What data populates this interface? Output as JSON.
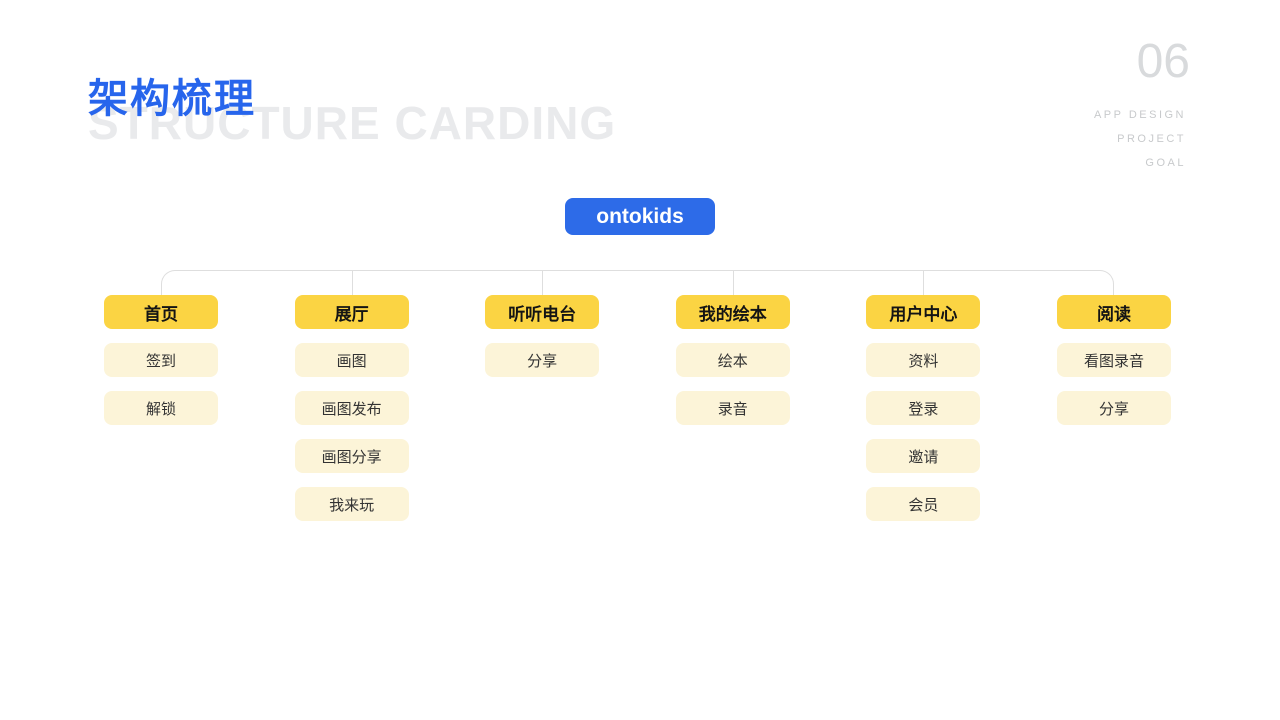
{
  "slide": {
    "page_number": "06",
    "side_labels": [
      "APP DESIGN",
      "PROJECT",
      "GOAL"
    ],
    "title_cn": "架构梳理",
    "title_en_watermark": "STRUCTURE CARDING"
  },
  "root": {
    "label": "ontokids"
  },
  "colors": {
    "accent_blue": "#2d6be8",
    "title_blue": "#2765ec",
    "header_yellow": "#fbd443",
    "child_cream": "#fcf4d8",
    "connector_gray": "#dedede",
    "watermark_gray": "#e9eaec"
  },
  "tree": {
    "columns": [
      {
        "header": "首页",
        "children": [
          "签到",
          "解锁"
        ]
      },
      {
        "header": "展厅",
        "children": [
          "画图",
          "画图发布",
          "画图分享",
          "我来玩"
        ]
      },
      {
        "header": "听听电台",
        "children": [
          "分享"
        ]
      },
      {
        "header": "我的绘本",
        "children": [
          "绘本",
          "录音"
        ]
      },
      {
        "header": "用户中心",
        "children": [
          "资料",
          "登录",
          "邀请",
          "会员"
        ]
      },
      {
        "header": "阅读",
        "children": [
          "看图录音",
          "分享"
        ]
      }
    ]
  }
}
